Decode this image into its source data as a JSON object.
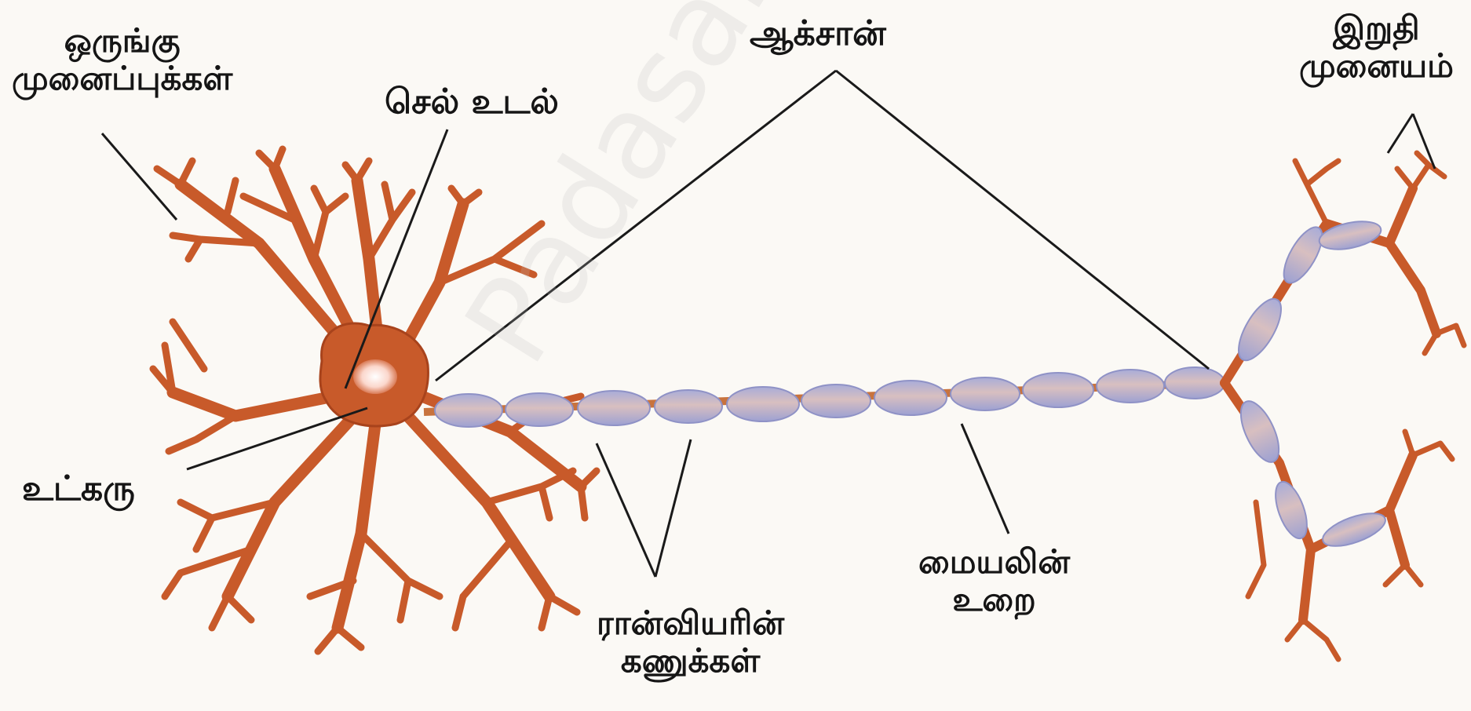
{
  "labels": {
    "dendrites": [
      "ஒருங்கு",
      "முனைப்புக்கள்"
    ],
    "cell_body": "செல் உடல்",
    "axon": "ஆக்சான்",
    "axon_terminal": [
      "இறுதி",
      "முனையம்"
    ],
    "nucleus": "உட்கரு",
    "nodes_of_ranvier": [
      "ரான்வியரின்",
      "கணுக்கள்"
    ],
    "myelin_sheath": [
      "மையலின்",
      "உறை"
    ]
  },
  "watermark": "Padasalai.Net",
  "colors": {
    "neuron": "#c85a2a",
    "neuron_dark": "#a8431c",
    "myelin": "#b0b4e0",
    "myelin_edge": "#8f92c6",
    "nucleus": "#ffe8e0",
    "leader_line": "#1a1a1a"
  }
}
